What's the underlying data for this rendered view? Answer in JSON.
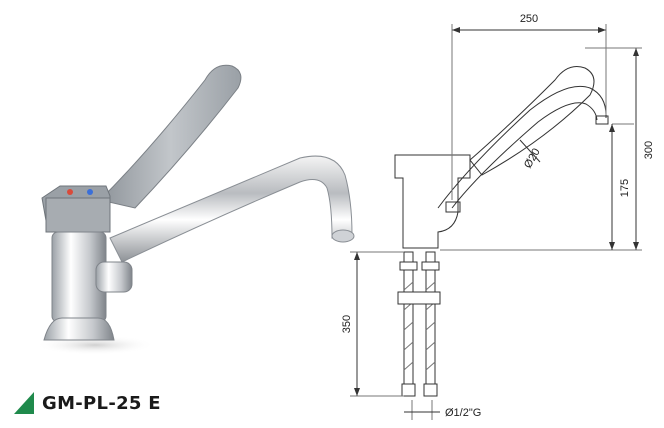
{
  "product": {
    "model": "GM-PL-25 E",
    "accent_color": "#1f8a4c"
  },
  "dimensions": {
    "width_top": "250",
    "height_total": "300",
    "height_spout": "175",
    "spout_diameter": "Ø20",
    "hose_length": "350",
    "connection": "Ø1/2\"G"
  },
  "icons": [
    "faucet-photo",
    "technical-drawing"
  ]
}
